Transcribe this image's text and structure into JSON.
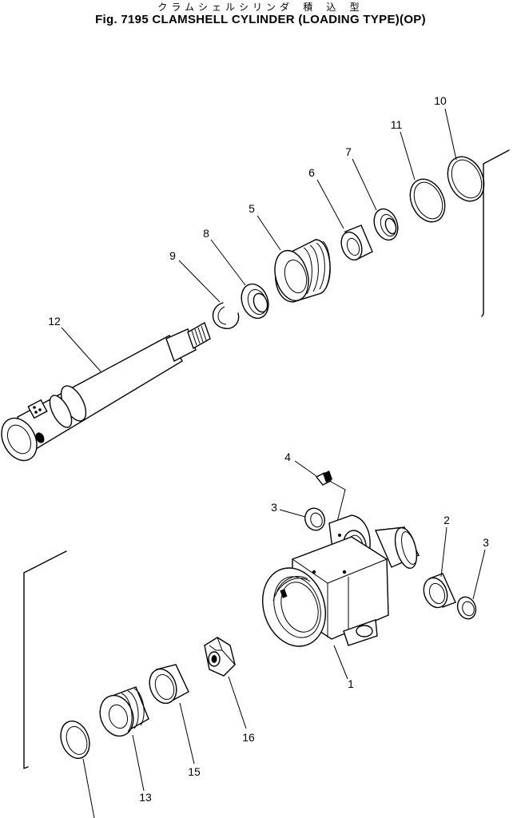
{
  "header": {
    "title_jp": "クラムシェルシリンダ 積 込 型",
    "title_en": "Fig. 7195  CLAMSHELL CYLINDER (LOADING TYPE)(OP)"
  },
  "callouts": [
    "1",
    "2",
    "3",
    "3",
    "4",
    "5",
    "6",
    "7",
    "8",
    "9",
    "10",
    "11",
    "12",
    "13",
    "15",
    "16"
  ],
  "colors": {
    "ink": "#000000",
    "paper": "#ffffff"
  }
}
